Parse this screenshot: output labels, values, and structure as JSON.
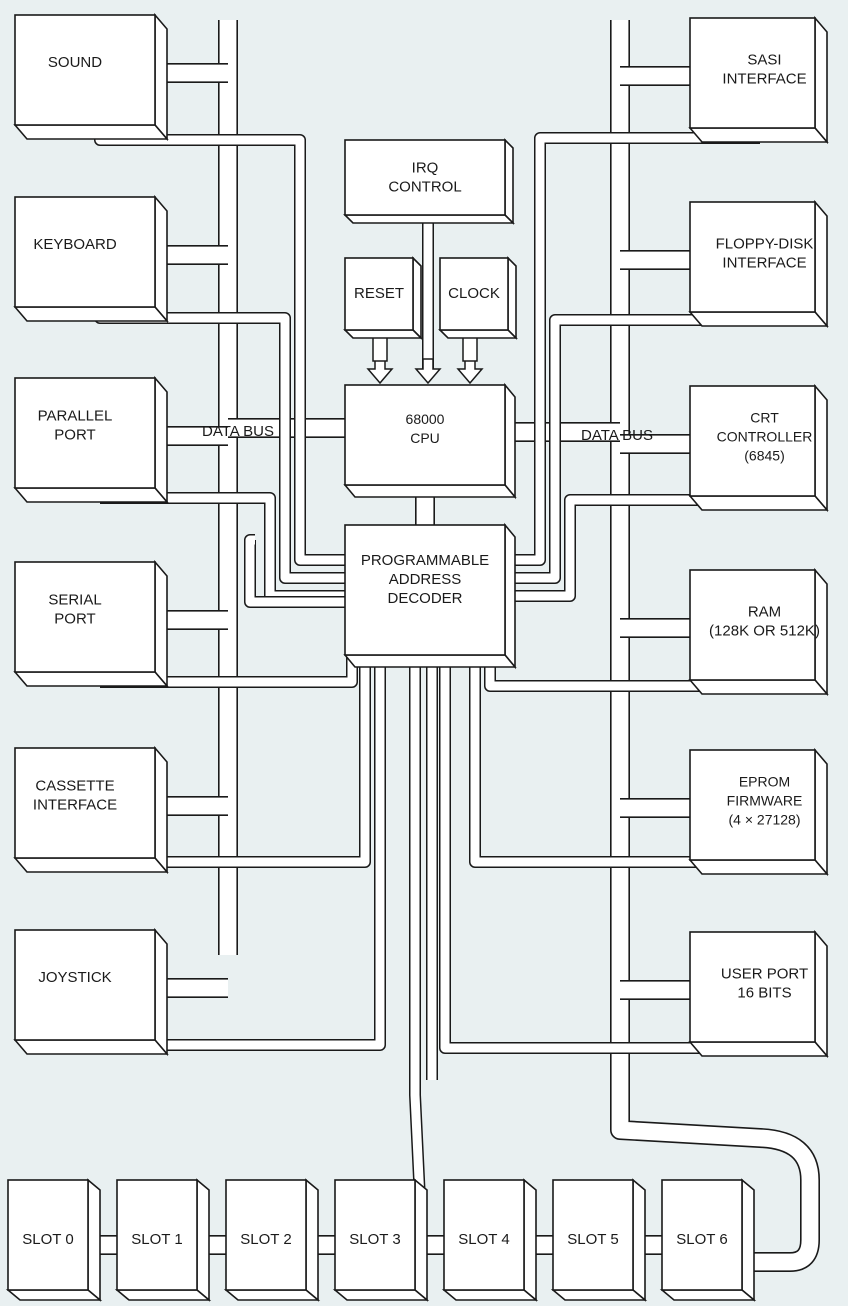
{
  "diagram": {
    "left_devices": [
      {
        "id": "sound",
        "lines": [
          "SOUND"
        ]
      },
      {
        "id": "keyboard",
        "lines": [
          "KEYBOARD"
        ]
      },
      {
        "id": "parallel-port",
        "lines": [
          "PARALLEL",
          "PORT"
        ]
      },
      {
        "id": "serial-port",
        "lines": [
          "SERIAL",
          "PORT"
        ]
      },
      {
        "id": "cassette-interface",
        "lines": [
          "CASSETTE",
          "INTERFACE"
        ]
      },
      {
        "id": "joystick",
        "lines": [
          "JOYSTICK"
        ]
      }
    ],
    "right_devices": [
      {
        "id": "sasi-interface",
        "lines": [
          "SASI",
          "INTERFACE"
        ]
      },
      {
        "id": "floppy-disk-interface",
        "lines": [
          "FLOPPY-DISK",
          "INTERFACE"
        ]
      },
      {
        "id": "crt-controller",
        "lines": [
          "CRT",
          "CONTROLLER",
          "(6845)"
        ]
      },
      {
        "id": "ram",
        "lines": [
          "RAM",
          "(128K OR 512K)"
        ]
      },
      {
        "id": "eprom-firmware",
        "lines": [
          "EPROM",
          "FIRMWARE",
          "(4 × 27128)"
        ]
      },
      {
        "id": "user-port",
        "lines": [
          "USER PORT",
          "16 BITS"
        ]
      }
    ],
    "core": {
      "irq": {
        "lines": [
          "IRQ",
          "CONTROL"
        ]
      },
      "reset": {
        "lines": [
          "RESET"
        ]
      },
      "clock": {
        "lines": [
          "CLOCK"
        ]
      },
      "cpu": {
        "lines": [
          "68000",
          "CPU"
        ]
      },
      "decoder": {
        "lines": [
          "PROGRAMMABLE",
          "ADDRESS",
          "DECODER"
        ]
      }
    },
    "bus_labels": {
      "left": "DATA BUS",
      "right": "DATA BUS"
    },
    "slots": [
      "SLOT 0",
      "SLOT 1",
      "SLOT 2",
      "SLOT 3",
      "SLOT 4",
      "SLOT 5",
      "SLOT 6"
    ]
  }
}
